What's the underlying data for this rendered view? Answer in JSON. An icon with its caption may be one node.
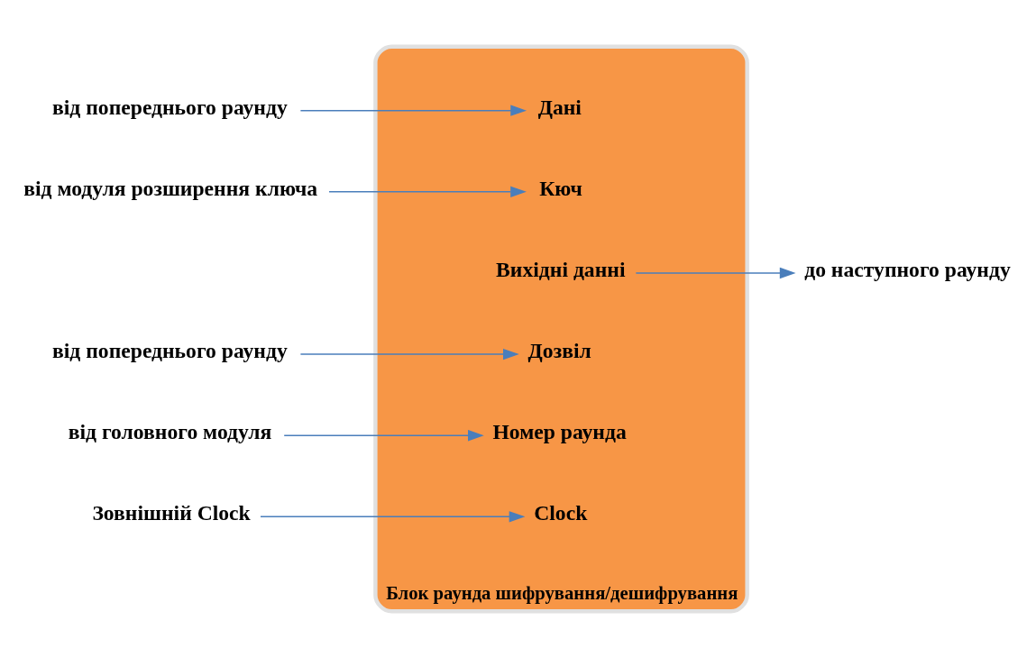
{
  "diagram": {
    "nodes": [
      {
        "text": [
          "Блок раунда шифрування/дешифрування"
        ]
      },
      {
        "text": [
          "Дані"
        ],
        "in": 0
      },
      {
        "text": [
          "Кюч"
        ],
        "in": 0
      },
      {
        "text": [
          "Вихідні данні"
        ],
        "in": 0
      },
      {
        "text": [
          "Дозвіл"
        ],
        "in": 0
      },
      {
        "text": [
          "Номер раунда"
        ],
        "in": 0
      },
      {
        "text": [
          "Clock"
        ],
        "in": 0
      },
      {
        "text": [
          "від попереднього раунду"
        ]
      },
      {
        "text": [
          "від модуля розширення ключа"
        ]
      },
      {
        "text": [
          "від попереднього раунду"
        ]
      },
      {
        "text": [
          "від головного модуля"
        ]
      },
      {
        "text": [
          "до наступного раунду"
        ]
      },
      {
        "text": [
          "Зовнішній Clock"
        ]
      }
    ],
    "edges": [
      {
        "from": 7,
        "to": 1,
        "arrow": "to"
      },
      {
        "from": 8,
        "to": 2,
        "arrow": "to"
      },
      {
        "from": 9,
        "to": 4,
        "arrow": "to"
      },
      {
        "from": 10,
        "to": 5,
        "arrow": "to"
      },
      {
        "from": 3,
        "to": 11,
        "arrow": "to"
      },
      {
        "from": 12,
        "to": 6,
        "arrow": "to"
      }
    ]
  }
}
